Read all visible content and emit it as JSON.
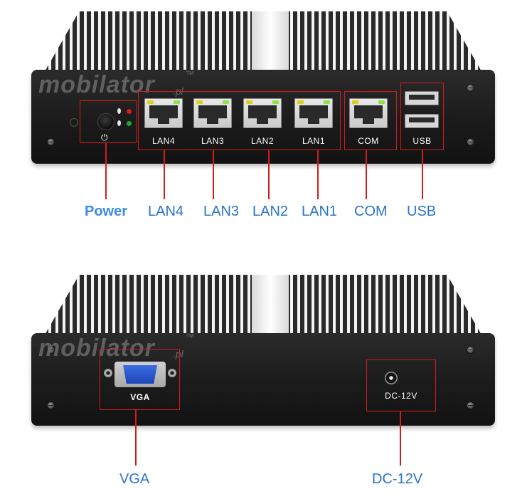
{
  "logo": {
    "text": "mobilator",
    "suffix": ".pl",
    "trademark": "TM"
  },
  "front_panel": {
    "port_labels": [
      "LAN4",
      "LAN3",
      "LAN2",
      "LAN1",
      "COM",
      "USB"
    ]
  },
  "rear_panel": {
    "port_labels": [
      "VGA",
      "DC-12V"
    ]
  },
  "callouts": {
    "top": [
      "Power",
      "LAN4",
      "LAN3",
      "LAN2",
      "LAN1",
      "COM",
      "USB"
    ],
    "bottom": [
      "VGA",
      "DC-12V"
    ]
  },
  "colors": {
    "highlight_box": "#d21c1c",
    "callout_text": "#2a74c9",
    "power_text": "#3a8be8",
    "led_red": "#e01818",
    "led_green": "#1fa83a",
    "led_yellow": "#d9d21a",
    "led_lime": "#8fe04a",
    "vga_blue": "#2a58d0"
  },
  "icons": [
    "power-icon",
    "screw-icon",
    "rj45-port-icon",
    "usb-port-icon",
    "vga-port-icon",
    "dc-jack-icon"
  ]
}
